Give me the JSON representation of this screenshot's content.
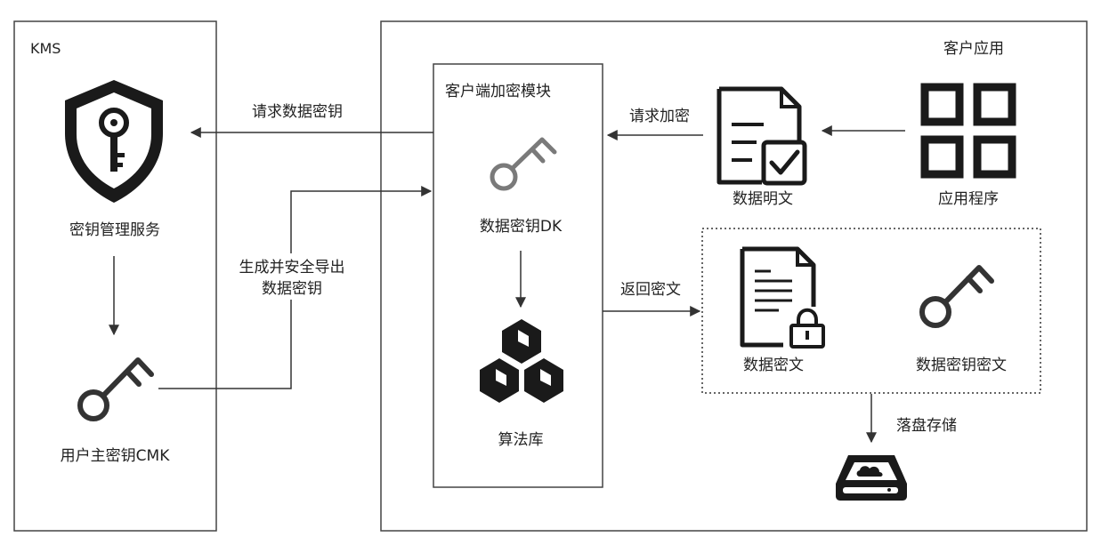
{
  "kms": {
    "title": "KMS",
    "service_label": "密钥管理服务",
    "cmk_label": "用户主密钥CMK"
  },
  "client_app": {
    "title": "客户应用",
    "module_title": "客户端加密模块",
    "dk_label": "数据密钥DK",
    "algo_label": "算法库",
    "plaintext_label": "数据明文",
    "app_label": "应用程序",
    "ciphertext_label": "数据密文",
    "dk_ciphertext_label": "数据密钥密文",
    "disk_label": ""
  },
  "arrows": {
    "request_dk": "请求数据密钥",
    "generate_line1": "生成并安全导出",
    "generate_line2": "数据密钥",
    "request_encrypt": "请求加密",
    "return_ciphertext": "返回密文",
    "store": "落盘存储"
  },
  "colors": {
    "icon_dark": "#1a1a1a",
    "icon_gray": "#7a7a7a",
    "border": "#444444"
  }
}
